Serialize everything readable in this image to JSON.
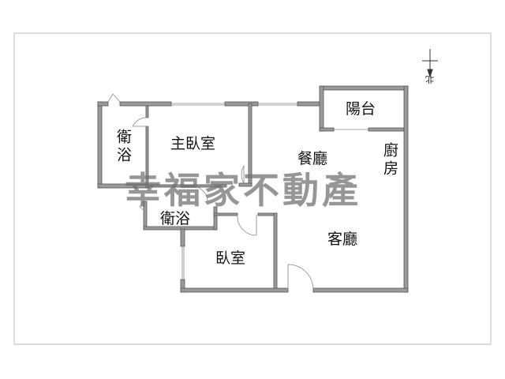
{
  "rooms": {
    "master_bath": "衛浴",
    "master_bedroom": "主臥室",
    "balcony": "陽台",
    "kitchen": "廚房",
    "dining": "餐廳",
    "bath": "衛浴",
    "living": "客廳",
    "bedroom": "臥室"
  },
  "watermark": "幸福家不動產",
  "compass": {
    "label": "北",
    "direction": "down"
  },
  "colors": {
    "wall": "#9a9a9a",
    "wall_outline": "#555555",
    "frame": "#bbbbbb"
  }
}
